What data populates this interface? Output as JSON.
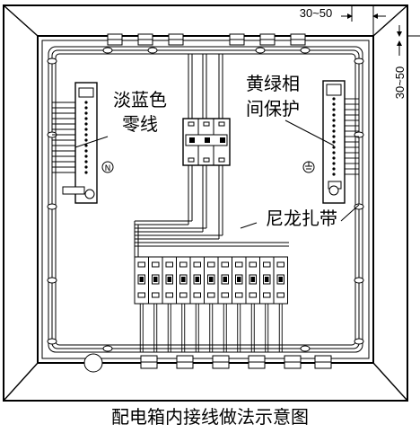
{
  "dimension_top": "30~50",
  "dimension_right": "30~50",
  "labels": {
    "neutral_line": [
      "淡蓝色",
      "零线"
    ],
    "earth_protection": [
      "黄绿相",
      "间保护"
    ],
    "cable_tie": "尼龙扎带",
    "neutral_symbol": "N"
  },
  "caption": "配电箱内接线做法示意图",
  "colors": {
    "line": "#000000",
    "background": "#ffffff"
  }
}
